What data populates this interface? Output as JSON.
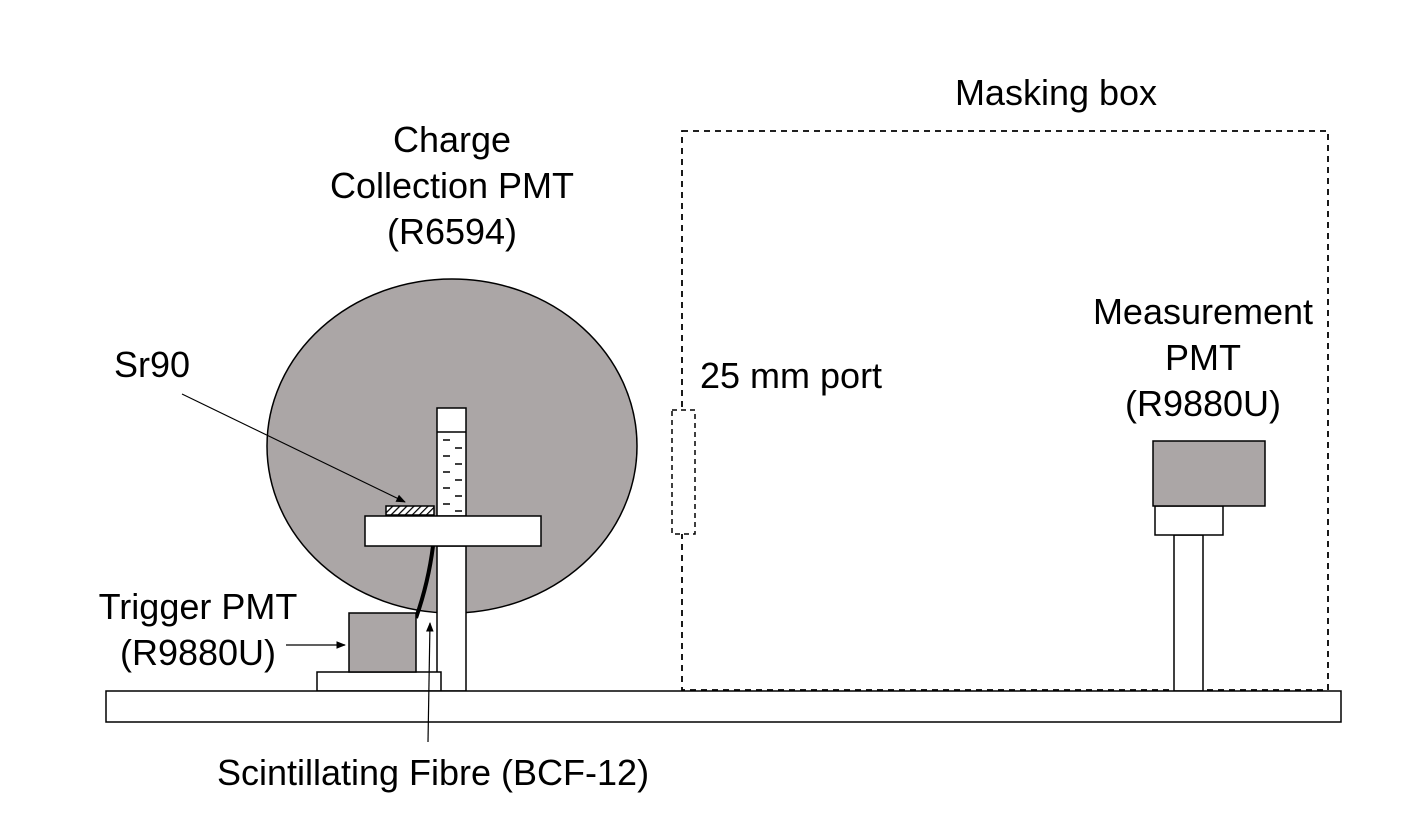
{
  "labels": {
    "masking_box": "Masking box",
    "charge_pmt_line1": "Charge",
    "charge_pmt_line2": "Collection PMT",
    "charge_pmt_line3": "(R6594)",
    "sr90": "Sr90",
    "port": "25 mm port",
    "measurement_pmt_line1": "Measurement",
    "measurement_pmt_line2": "PMT",
    "measurement_pmt_line3": "(R9880U)",
    "trigger_pmt_line1": "Trigger PMT",
    "trigger_pmt_line2": "(R9880U)",
    "fibre": "Scintillating Fibre (BCF-12)"
  },
  "colors": {
    "pmt_fill": "#aba6a6",
    "outline": "#000000",
    "background": "#ffffff"
  }
}
